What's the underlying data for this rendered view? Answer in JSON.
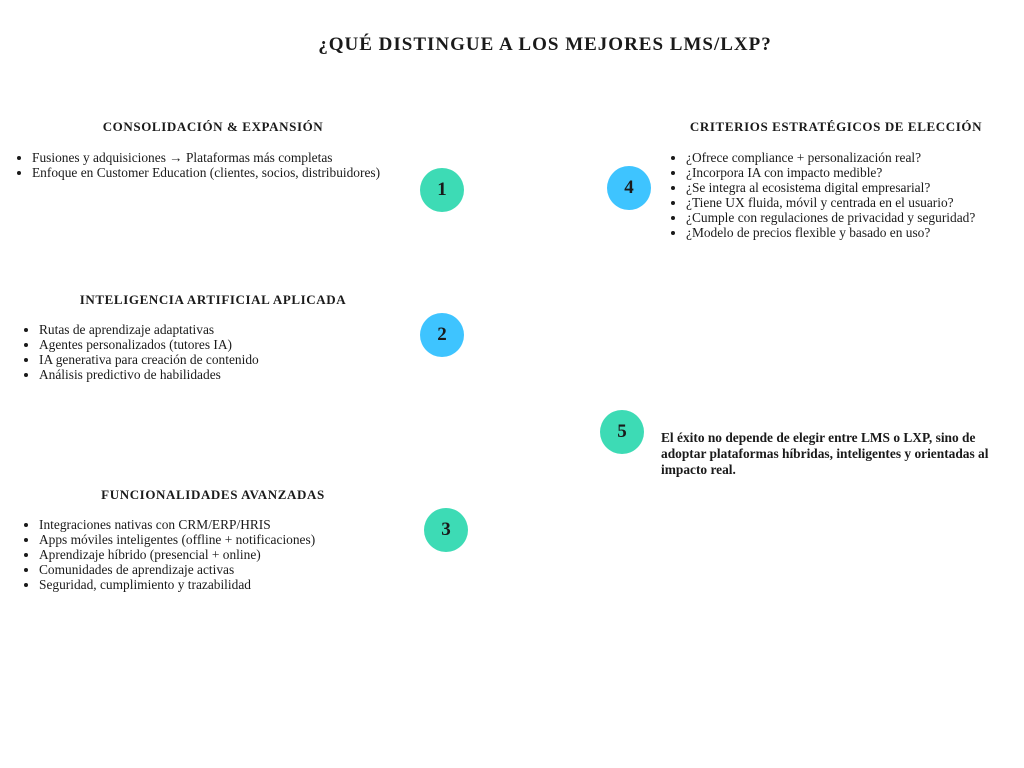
{
  "title": "¿QUÉ DISTINGUE A LOS MEJORES LMS/LXP?",
  "sections": [
    {
      "number": "1",
      "heading": "CONSOLIDACIÓN & EXPANSIÓN",
      "items": [
        "Fusiones y adquisiciones → Plataformas más completas",
        "Enfoque en Customer Education (clientes, socios, distribuidores)"
      ]
    },
    {
      "number": "2",
      "heading": "INTELIGENCIA ARTIFICIAL APLICADA",
      "items": [
        "Rutas de aprendizaje adaptativas",
        "Agentes personalizados (tutores IA)",
        "IA generativa para creación de contenido",
        "Análisis predictivo de habilidades"
      ]
    },
    {
      "number": "3",
      "heading": "FUNCIONALIDADES AVANZADAS",
      "items": [
        "Integraciones nativas con CRM/ERP/HRIS",
        "Apps móviles inteligentes (offline + notificaciones)",
        "Aprendizaje híbrido (presencial + online)",
        "Comunidades de aprendizaje activas",
        "Seguridad, cumplimiento y trazabilidad"
      ]
    },
    {
      "number": "4",
      "heading": "CRITERIOS ESTRATÉGICOS DE ELECCIÓN",
      "items": [
        "¿Ofrece compliance + personalización real?",
        "¿Incorpora IA con impacto medible?",
        "¿Se integra al ecosistema digital empresarial?",
        "¿Tiene UX fluida, móvil y centrada en el usuario?",
        "¿Cumple con regulaciones de privacidad y seguridad?",
        "¿Modelo de precios flexible y basado en uso?"
      ]
    }
  ],
  "conclusion": {
    "number": "5",
    "text": "El éxito no depende de elegir entre LMS o LXP, sino de adoptar plataformas híbridas, inteligentes y orientadas al impacto real."
  },
  "colors": {
    "teal": "#3ddbb5",
    "blue": "#3ec4ff"
  }
}
